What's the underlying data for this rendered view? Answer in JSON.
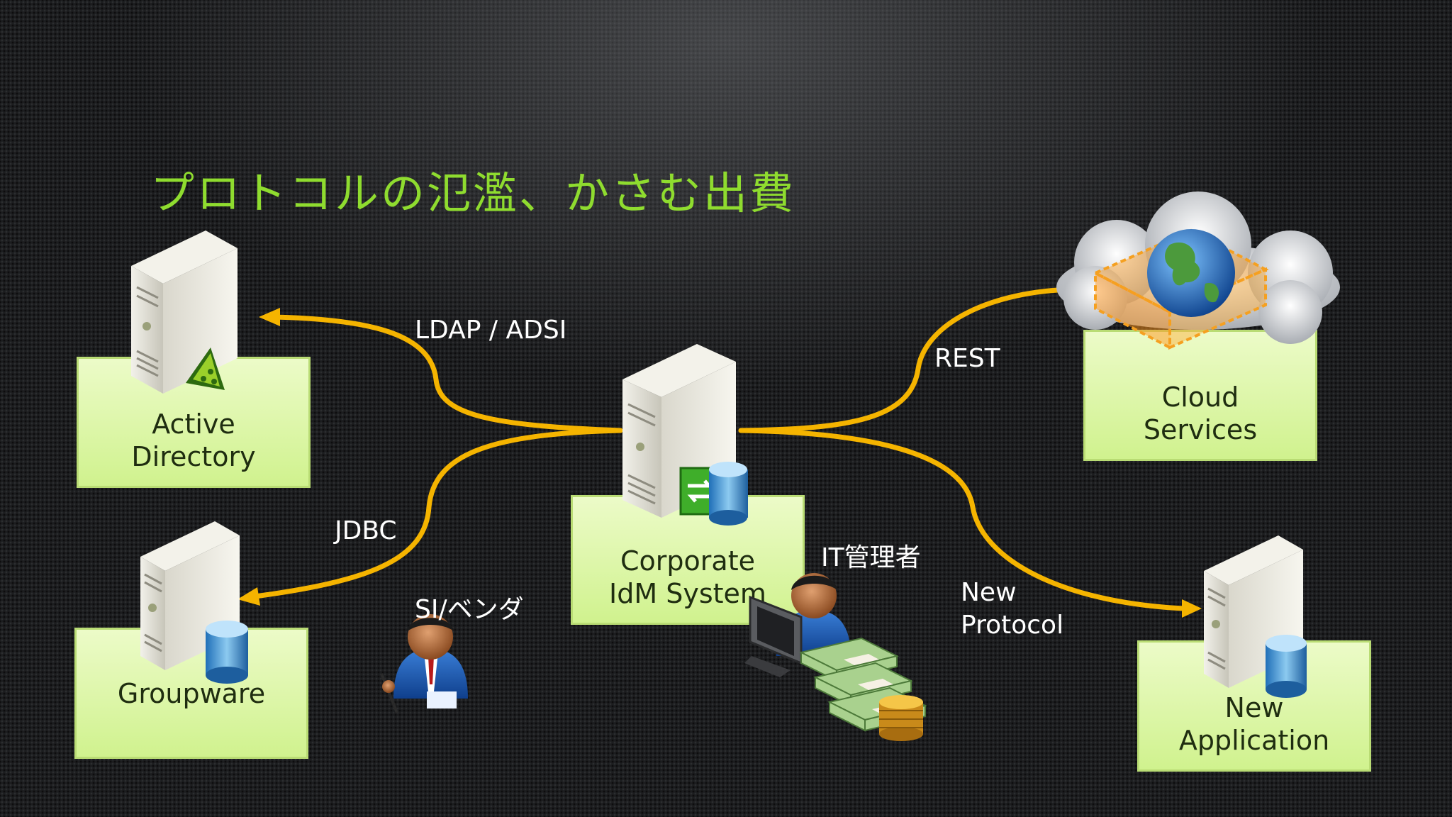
{
  "title": "プロトコルの氾濫、かさむ出費",
  "nodes": {
    "active_directory": "Active\nDirectory",
    "groupware": "Groupware",
    "corporate_idm": "Corporate\nIdM System",
    "cloud_services": "Cloud\nServices",
    "new_application": "New\nApplication"
  },
  "edges": {
    "ldap": "LDAP / ADSI",
    "jdbc": "JDBC",
    "rest": "REST",
    "new_protocol": "New\nProtocol"
  },
  "people": {
    "si_vendor": "SI/ベンダ",
    "it_admin": "IT管理者"
  },
  "colors": {
    "title": "#8fdc2f",
    "arrow": "#f5b400",
    "box_fill": "#d9f5a0"
  }
}
